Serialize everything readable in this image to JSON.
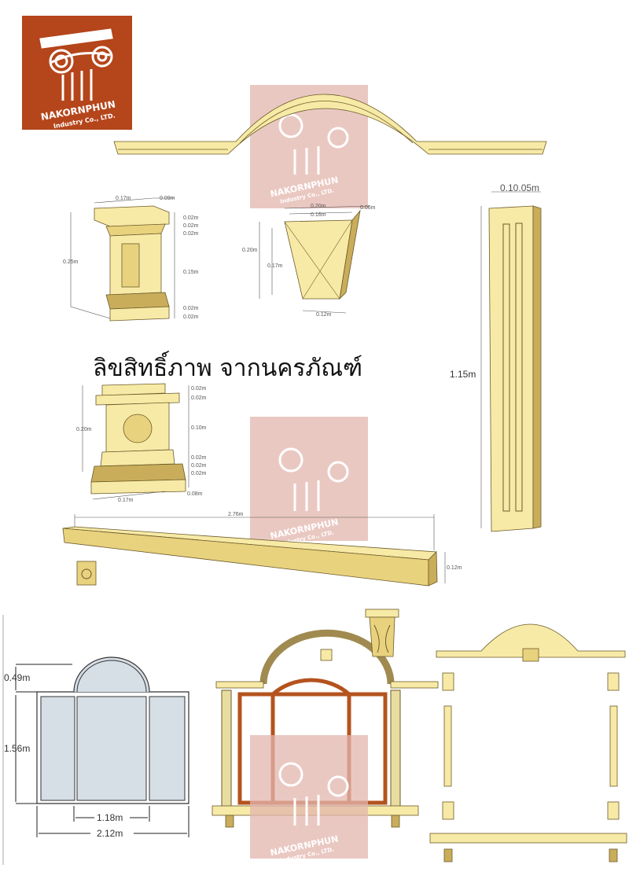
{
  "logo": {
    "name": "NAKORNPHUN",
    "subtitle": "Industry Co., LTD.",
    "color": "#b5451b"
  },
  "watermark": {
    "name": "NAKORNPHUN",
    "subtitle": "Industry Co., LTD.",
    "color": "#e3b6ad"
  },
  "copyright_text": "ลิขสิทธิ์ภาพ จากนครภัณฑ์",
  "pedestal_1": {
    "width": "0.17m",
    "depth": "0.09m",
    "height": "0.25m",
    "segments": [
      "0.02m",
      "0.02m",
      "0.02m",
      "0.15m",
      "0.02m",
      "0.02m"
    ]
  },
  "keystone": {
    "top_outer": "0.20m",
    "top_inner": "0.16m",
    "side": "0.06m",
    "height_outer": "0.20m",
    "height_inner": "0.17m",
    "bottom": "0.12m"
  },
  "pedestal_2": {
    "width": "0.17m",
    "depth": "0.08m",
    "height": "0.20m",
    "segments": [
      "0.02m",
      "0.02m",
      "0.10m",
      "0.02m",
      "0.02m",
      "0.02m"
    ]
  },
  "pilaster": {
    "top_label": "0.10.05m",
    "height": "1.15m"
  },
  "cornice": {
    "length": "2.76m",
    "height": "0.12m"
  },
  "window": {
    "arch_height": "0.49m",
    "body_height": "1.56m",
    "center_width": "1.18m",
    "total_width": "2.12m",
    "glass_color": "#d6dee6",
    "frame_color": "#b4531e"
  }
}
